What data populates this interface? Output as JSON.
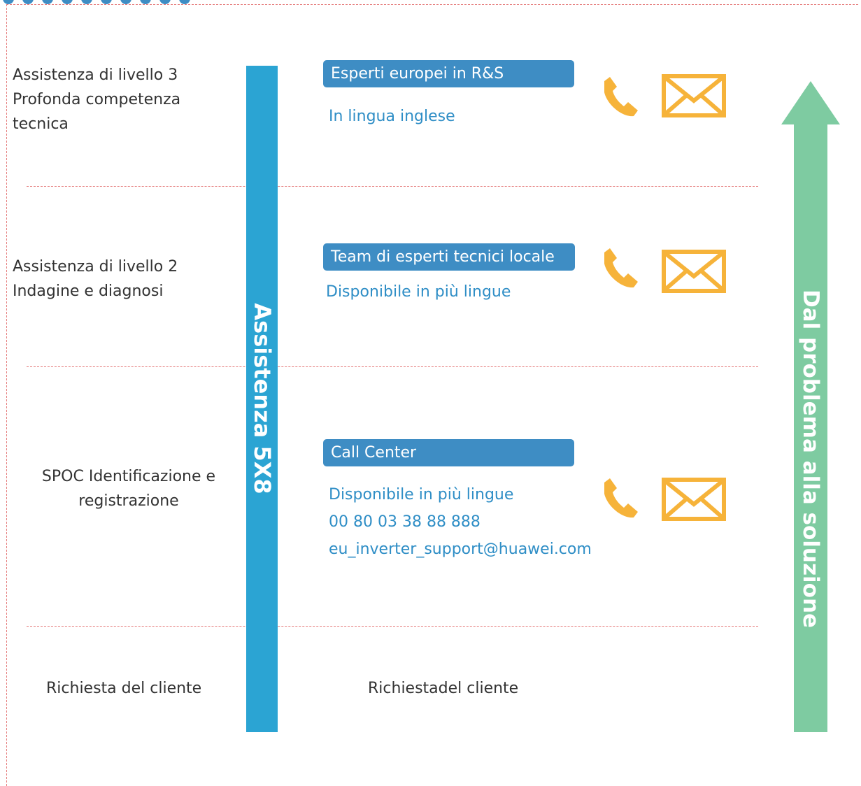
{
  "colors": {
    "frame": "#e57b7b",
    "vertical_bar": "#2ba4d3",
    "tag_background": "#3e8dc4",
    "info_text": "#2f8ec6",
    "icon": "#f6b33a",
    "arrow": "#7ecba1"
  },
  "levels": [
    {
      "left_lines": [
        "Assistenza di livello 3",
        "Profonda competenza",
        "tecnica"
      ],
      "team": "Esperti europei in R&S",
      "info_lines": [
        "In lingua inglese"
      ],
      "icons": [
        "phone-icon",
        "mail-icon"
      ]
    },
    {
      "left_lines": [
        "Assistenza di livello 2",
        "Indagine e diagnosi"
      ],
      "team": "Team di esperti tecnici locale",
      "info_lines": [
        "Disponibile in più lingue"
      ],
      "icons": [
        "phone-icon",
        "mail-icon"
      ]
    },
    {
      "left_lines": [
        "SPOC Identificazione e",
        "registrazione"
      ],
      "team": "Call Center",
      "info_lines": [
        "Disponibile in più lingue",
        "00 80 03 38 88 888",
        "eu_inverter_support@huawei.com"
      ],
      "icons": [
        "phone-icon",
        "mail-icon"
      ]
    }
  ],
  "bottom": {
    "left_text": "Richiesta del cliente",
    "center_text": "Richiestadel cliente"
  },
  "vertical_bar_text": "Assistenza 5X8",
  "arrow_text": "Dal problema alla soluzione"
}
